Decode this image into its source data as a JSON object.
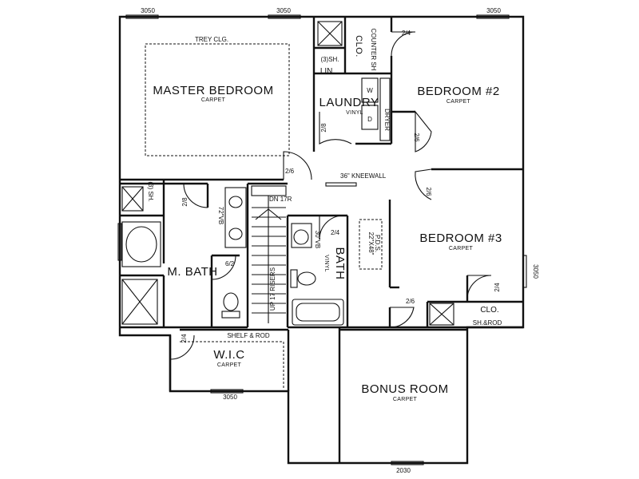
{
  "rooms": {
    "master_bedroom": {
      "name": "MASTER BEDROOM",
      "floor": "CARPET",
      "ceiling": "TREY CLG."
    },
    "bedroom2": {
      "name": "BEDROOM #2",
      "floor": "CARPET"
    },
    "bedroom3": {
      "name": "BEDROOM #3",
      "floor": "CARPET"
    },
    "laundry": {
      "name": "LAUNDRY",
      "floor": "VINYL"
    },
    "master_bath": {
      "name": "M. BATH"
    },
    "bath": {
      "name": "BATH",
      "floor": "VINYL"
    },
    "wic": {
      "name": "W.I.C",
      "floor": "CARPET"
    },
    "bonus_room": {
      "name": "BONUS ROOM",
      "floor": "CARPET"
    }
  },
  "labels": {
    "clo_top": "CLO.",
    "clo_br3": "CLO.",
    "lin": "LIN.",
    "three_sh_top": "(3)SH.",
    "three_sh_left": "(3) SH.",
    "kneewall": "36\" KNEEWALL",
    "stair_dn": "DN 17R",
    "stair_up": "UP 17 RISERS",
    "shelf_rod": "SHELF & ROD",
    "sh_rod": "SH.&ROD",
    "pds": "22\"X48\"",
    "pds2": "P.D.S.",
    "counter_top": "COUNTER SH",
    "dryer": "DRYER",
    "w": "W",
    "d": "D",
    "vanity_mbath": "72\"VB",
    "vanity_bath": "30\"VB",
    "vinyl_bath": "VINYL"
  },
  "dimensions": {
    "top_left": "3050",
    "top_mid": "3050",
    "top_right": "3050",
    "right_side": "3050",
    "bottom_wic": "3050",
    "bottom_bonus": "2030"
  },
  "doors": {
    "clo_top": "2/4",
    "laundry": "2/8",
    "master": "2/6",
    "bedroom2": "2/6",
    "bedroom3": "2/6",
    "mbath": "2/8",
    "toilet": "6/2",
    "bath": "2/4",
    "wic": "2/4",
    "br3_clo": "2/4",
    "bonus": "2/6"
  }
}
